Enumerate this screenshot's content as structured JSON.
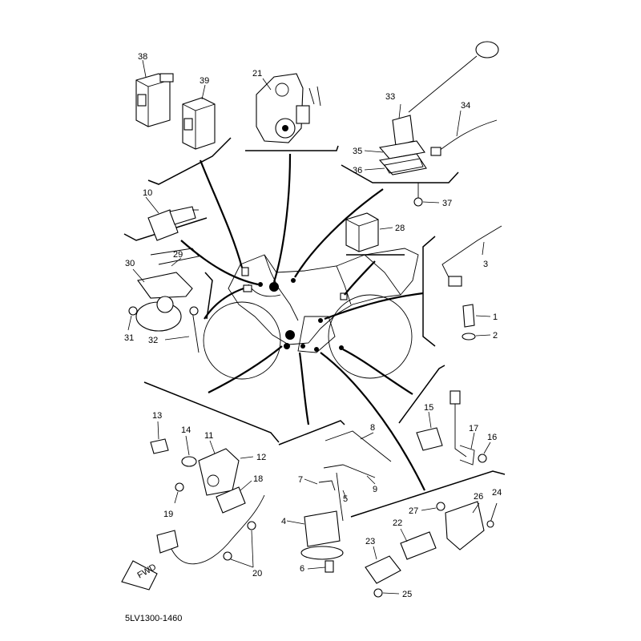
{
  "diagram": {
    "reference_code": "5LV1300-1460",
    "direction_marker": "FWD",
    "callouts": [
      "1",
      "2",
      "3",
      "4",
      "5",
      "6",
      "7",
      "8",
      "9",
      "10",
      "11",
      "12",
      "13",
      "14",
      "15",
      "16",
      "17",
      "18",
      "19",
      "20",
      "21",
      "22",
      "23",
      "24",
      "25",
      "26",
      "27",
      "28",
      "29",
      "30",
      "31",
      "32",
      "33",
      "34",
      "35",
      "36",
      "37",
      "38",
      "39"
    ]
  }
}
